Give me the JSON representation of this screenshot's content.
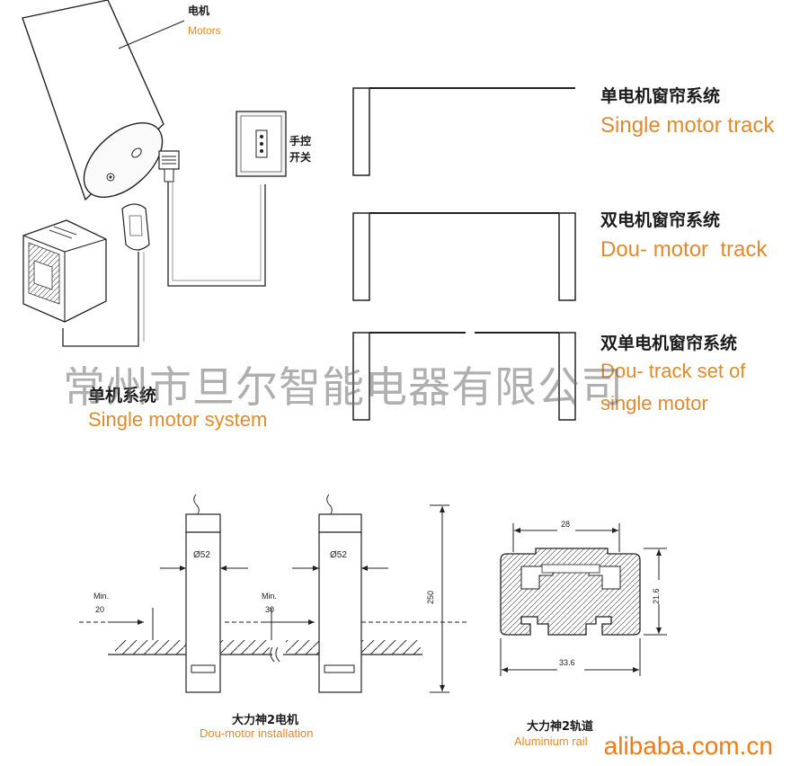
{
  "labels": {
    "motor_cn": "电机",
    "motor_en": "Motors",
    "switch_cn_1": "手控",
    "switch_cn_2": "开关",
    "single_system_cn": "单机系统",
    "single_system_en": "Single motor system",
    "track1_cn": "单电机窗帘系统",
    "track1_en": "Single motor track",
    "track2_cn": "双电机窗帘系统",
    "track2_en": "Dou- motor  track",
    "track3_cn": "双单电机窗帘系统",
    "track3_en_1": "Dou- track set of",
    "track3_en_2": "single motor",
    "install_cn": "大力神2电机",
    "install_en": "Dou-motor installation",
    "rail_cn": "大力神2轨道",
    "rail_en": "Aluminium rail"
  },
  "dimensions": {
    "diameter_1": "Ø52",
    "diameter_2": "Ø52",
    "min1_label": "Min.",
    "min1_value": "20",
    "min2_label": "Min.",
    "min2_value": "30",
    "height": "250",
    "rail_top": "28",
    "rail_height": "21.6",
    "rail_bottom": "33.6"
  },
  "watermark": "常州市旦尔智能电器有限公司",
  "brand": "alibaba.com.cn",
  "colors": {
    "english_label": "#e08a2c",
    "brand": "#f07b16",
    "line": "#222222"
  }
}
